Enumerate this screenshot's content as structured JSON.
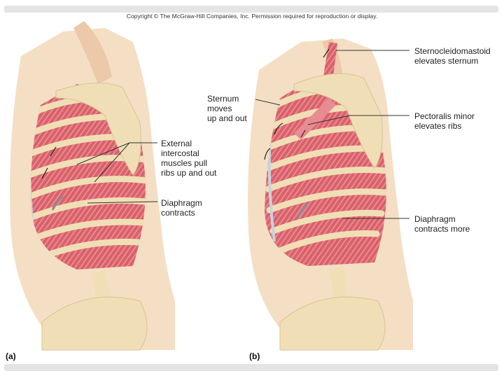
{
  "copyright": "Copyright © The McGraw-Hill Companies, Inc. Permission required for reproduction or display.",
  "panels": [
    {
      "letter": "(a)",
      "labels": {
        "intercostal": "External\nintercostal\nmuscles pull\nribs up and out",
        "diaphragm": "Diaphragm\ncontracts"
      }
    },
    {
      "letter": "(b)",
      "labels": {
        "sternocleidomastoid": "Sternocleidomastoid\nelevates sternum",
        "sternum": "Sternum\nmoves\nup and out",
        "pectoralis": "Pectoralis minor\nelevates ribs",
        "diaphragm": "Diaphragm\ncontracts more"
      }
    }
  ],
  "colors": {
    "skin": "#f4dfc4",
    "bone": "#f0dfb6",
    "muscle": "#d9606a",
    "cartilage": "#c7d3dd"
  }
}
